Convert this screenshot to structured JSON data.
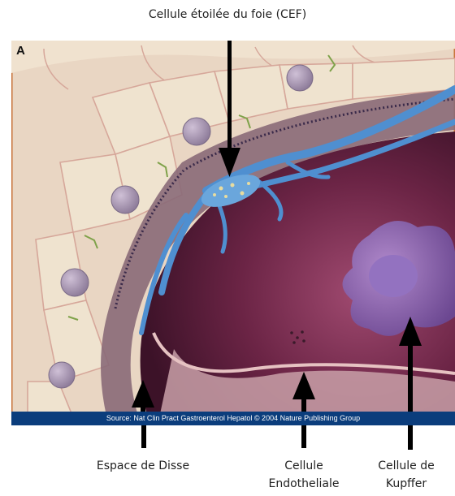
{
  "title": "Cellule étoilée du foie (CEF)",
  "panel_letter": "A",
  "source_caption": "Source: Nat Clin Pract Gastroenterol Hepatol © 2004 Nature Publishing Group",
  "labels": {
    "espace_disse": "Espace de Disse",
    "cellule_endo_line1": "Cellule",
    "cellule_endo_line2": "Endotheliale",
    "kupffer_line1": "Cellule de",
    "kupffer_line2": "Kupffer"
  },
  "colors": {
    "frame": "#c8733a",
    "background_tissue": "#e9d6c3",
    "hepatocyte": "#efe3cf",
    "nucleus": "#9a8aa4",
    "stellate_cell": "#4f8fd0",
    "sinusoid": "#5a1f3a",
    "kupffer": "#7a5aa8",
    "source_bar": "#0b3d7c",
    "arrow": "#000000"
  }
}
